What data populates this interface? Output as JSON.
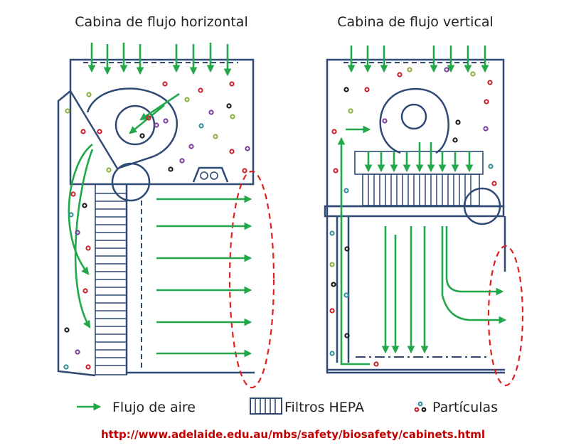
{
  "titles": {
    "horizontal": "Cabina de flujo horizontal",
    "vertical": "Cabina de flujo vertical"
  },
  "legend": {
    "airflow": "Flujo de aire",
    "hepa": "Filtros HEPA",
    "particles": "Partículas"
  },
  "source_url": "http://www.adelaide.edu.au/mbs/safety/biosafety/cabinets.html",
  "colors": {
    "cabinet_line": "#2e4a75",
    "airflow": "#22a84a",
    "exit_zone": "#e02020",
    "particles": [
      "#c81e2a",
      "#7a3a9a",
      "#2c8f9a",
      "#8ab03a",
      "#111111"
    ]
  }
}
